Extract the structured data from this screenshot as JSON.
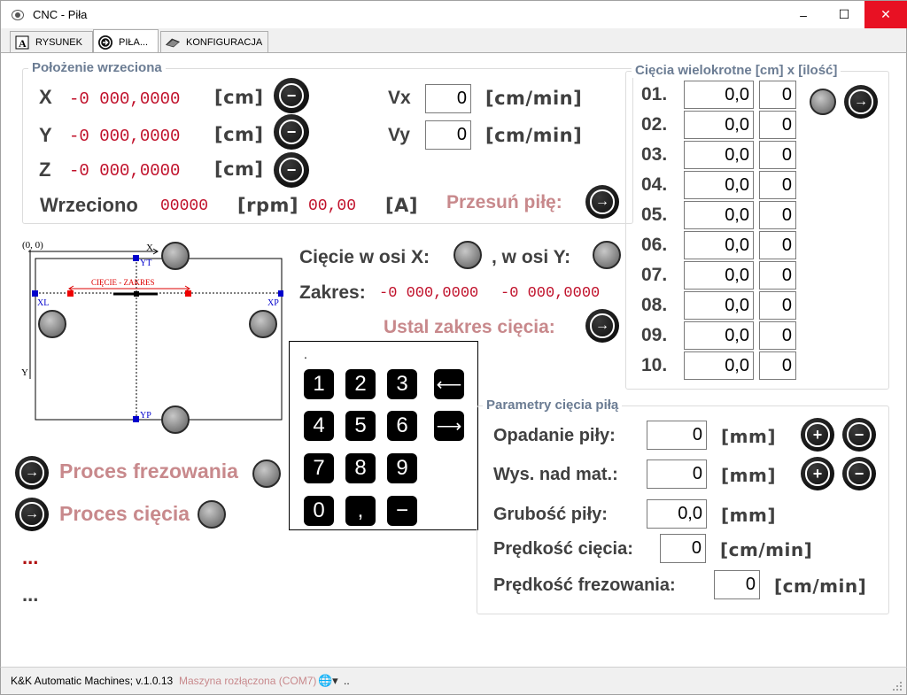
{
  "window": {
    "title": "CNC - Piła",
    "minimize": "–",
    "maximize": "☐",
    "close": "✕"
  },
  "tabs": [
    {
      "label": "RYSUNEK",
      "icon": "drawing-icon"
    },
    {
      "label": "PIŁA...",
      "icon": "arrow-circle-icon"
    },
    {
      "label": "KONFIGURACJA",
      "icon": "machine-icon"
    }
  ],
  "spindle": {
    "title": "Położenie wrzeciona",
    "x_label": "X",
    "x_value": "-0 000,0000",
    "x_unit": "[cm]",
    "y_label": "Y",
    "y_value": "-0 000,0000",
    "y_unit": "[cm]",
    "z_label": "Z",
    "z_value": "-0 000,0000",
    "z_unit": "[cm]",
    "vx_label": "Vx",
    "vx_value": "0",
    "vx_unit": "[cm/min]",
    "vy_label": "Vy",
    "vy_value": "0",
    "vy_unit": "[cm/min]",
    "spindle_label": "Wrzeciono",
    "rpm_value": "00000",
    "rpm_unit": "[rpm]",
    "amp_value": "00,00",
    "amp_unit": "[A]",
    "move_saw": "Przesuń piłę:"
  },
  "diagram": {
    "origin": "(0, 0)",
    "x_axis": "X",
    "y_axis": "Y",
    "yt": "YT",
    "yp": "YP",
    "xl": "XL",
    "xp": "XP",
    "range_label": "CIĘCIE - ZAKRES"
  },
  "cutting": {
    "axis_x_label": "Cięcie w osi X:",
    "axis_y_label": ", w osi Y:",
    "range_label": "Zakres:",
    "range_from": "-0 000,0000",
    "range_to": "-0 000,0000",
    "set_range": "Ustal zakres cięcia:"
  },
  "multi": {
    "title": "Cięcia wielokrotne [cm] x [ilość]",
    "rows": [
      {
        "n": "01.",
        "len": "0,0",
        "qty": "0"
      },
      {
        "n": "02.",
        "len": "0,0",
        "qty": "0"
      },
      {
        "n": "03.",
        "len": "0,0",
        "qty": "0"
      },
      {
        "n": "04.",
        "len": "0,0",
        "qty": "0"
      },
      {
        "n": "05.",
        "len": "0,0",
        "qty": "0"
      },
      {
        "n": "06.",
        "len": "0,0",
        "qty": "0"
      },
      {
        "n": "07.",
        "len": "0,0",
        "qty": "0"
      },
      {
        "n": "08.",
        "len": "0,0",
        "qty": "0"
      },
      {
        "n": "09.",
        "len": "0,0",
        "qty": "0"
      },
      {
        "n": "10.",
        "len": "0,0",
        "qty": "0"
      }
    ]
  },
  "keypad": {
    "dot": ".",
    "keys": [
      "1",
      "2",
      "3",
      "⟵",
      "4",
      "5",
      "6",
      "⟶",
      "7",
      "8",
      "9",
      "0",
      ",",
      "−"
    ]
  },
  "process": {
    "milling": "Proces frezowania",
    "cutting": "Proces cięcia",
    "more1": "...",
    "more2": "..."
  },
  "params": {
    "title": "Parametry cięcia piłą",
    "drop_label": "Opadanie piły:",
    "drop_value": "0",
    "drop_unit": "[mm]",
    "height_label": "Wys. nad mat.:",
    "height_value": "0",
    "height_unit": "[mm]",
    "thickness_label": "Grubość piły:",
    "thickness_value": "0,0",
    "thickness_unit": "[mm]",
    "cut_speed_label": "Prędkość cięcia:",
    "cut_speed_value": "0",
    "cut_speed_unit": "[cm/min]",
    "mill_speed_label": "Prędkość frezowania:",
    "mill_speed_value": "0",
    "mill_speed_unit": "[cm/min]"
  },
  "status": {
    "company": "K&K Automatic Machines; v.1.0.13",
    "connection": "Maszyna rozłączona (COM7)",
    "extra": ".."
  },
  "colors": {
    "accent_red": "#c0102a",
    "label_pink": "#c8898c",
    "group_title": "#6b7c93"
  }
}
